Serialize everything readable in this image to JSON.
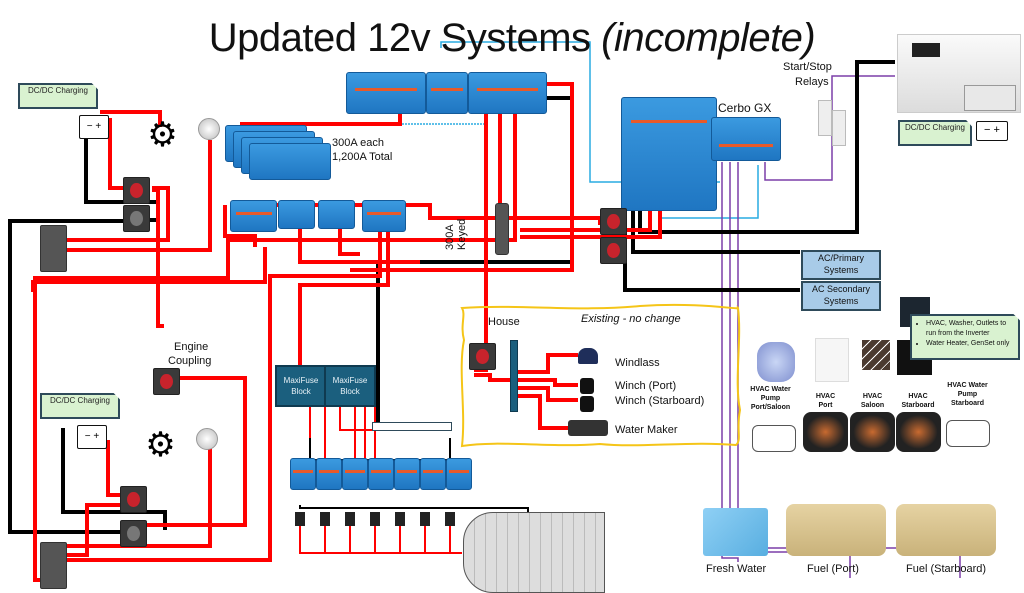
{
  "title": {
    "main": "Updated 12v Systems",
    "italic": "(incomplete)"
  },
  "labels": {
    "battery_bank": [
      "300A each",
      "1,200A Total"
    ],
    "cerbo": "Cerbo GX",
    "relays": [
      "Start/Stop",
      "Relays"
    ],
    "fuse": [
      "300A",
      "Keyed"
    ],
    "engine_coupling": [
      "Engine",
      "Coupling"
    ],
    "house": "House",
    "existing": "Existing -  no change",
    "maxifuse": [
      "MaxiFuse Block",
      "MaxiFuse Block"
    ],
    "dcdc_tags": [
      "DC/DC Charging",
      "DC/DC Charging",
      "DC/DC Charging"
    ],
    "ac_primary": [
      "AC/Primary",
      "Systems"
    ],
    "ac_secondary": [
      "AC Secondary",
      "Systems"
    ]
  },
  "house_loads": [
    "Windlass",
    "Winch (Port)",
    "Winch (Starboard)",
    "Water Maker"
  ],
  "note": [
    "HVAC, Washer, Outlets to run from the Inverter",
    "Water Heater, GenSet only"
  ],
  "hvac_units": [
    "HVAC Water Pump Port/Saloon",
    "HVAC Port",
    "HVAC Saloon",
    "HVAC Starboard",
    "HVAC Water Pump Starboard"
  ],
  "tanks": [
    "Fresh Water",
    "Fuel (Port)",
    "Fuel (Starboard)"
  ],
  "colors": {
    "positive": "#ff0000",
    "negative": "#000000",
    "ve_bus": "#29abe2",
    "signal": "#7b3fa8",
    "existing_border": "#f5c518",
    "victron_blue": "#2a8ad8"
  }
}
